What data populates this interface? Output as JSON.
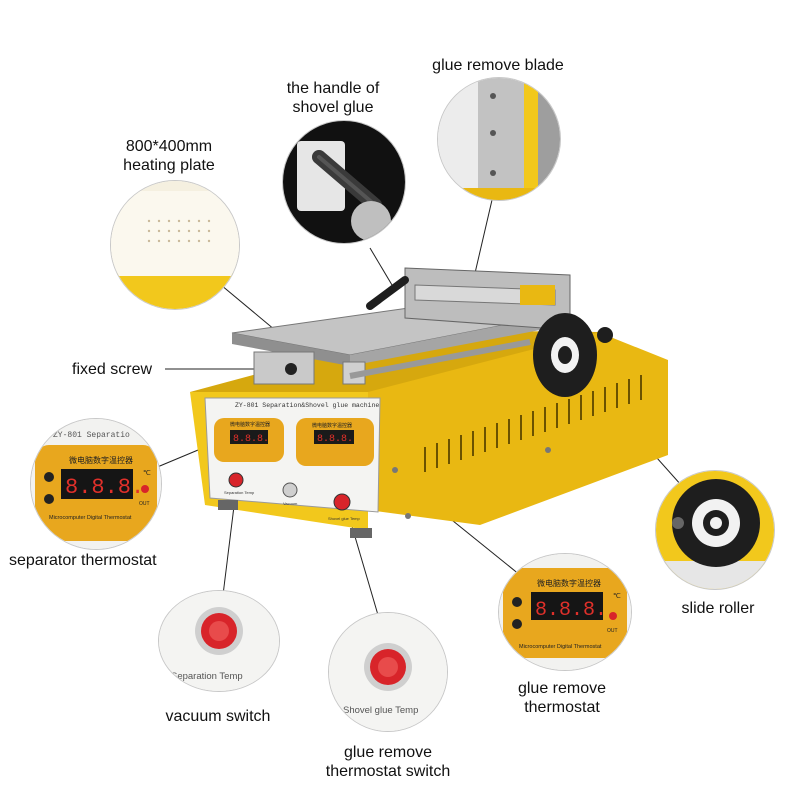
{
  "labels": {
    "heating_plate": [
      "800*400mm",
      "heating plate"
    ],
    "handle": [
      "the handle of",
      "shovel glue"
    ],
    "blade": [
      "glue remove blade"
    ],
    "fixed_screw": [
      "fixed screw"
    ],
    "separator_thermostat": [
      "separator thermostat"
    ],
    "slide_roller": [
      "slide roller"
    ],
    "glue_thermostat": [
      "glue remove",
      "thermostat"
    ],
    "vacuum_switch": [
      "vacuum switch"
    ],
    "glue_switch": [
      "glue remove",
      "thermostat switch"
    ]
  },
  "machine": {
    "model_text": "ZY-801 Separation&Shovel glue machine",
    "left_panel_title": "微电脑数字温控器",
    "right_panel_title": "微电脑数字温控器",
    "left_switch_label": "Separation Temp",
    "center_switch_label": "Vacuum",
    "right_switch_label": "Shovel glue Temp"
  },
  "zooms": {
    "separator": {
      "header": "ZY-801 Separatio",
      "title": "微电脑数字温控器",
      "display": "8.8.8.",
      "unit": "℃",
      "out": "OUT",
      "footer": "Microcomputer Digital Thermostat"
    },
    "glue": {
      "title": "微电脑数字温控器",
      "display": "8.8.8.",
      "unit": "℃",
      "out": "OUT",
      "footer": "Microcomputer Digital Thermostat"
    },
    "vacuum": {
      "caption": "Separation Temp"
    },
    "glue_switch": {
      "caption": "Shovel glue Temp"
    }
  },
  "colors": {
    "body_yellow": "#f2c81c",
    "panel_white": "#f4f4f2",
    "display_red": "#e0302a",
    "button_red": "#d8242a",
    "metal": "#b9b9b9",
    "dark": "#1e1e1e"
  }
}
